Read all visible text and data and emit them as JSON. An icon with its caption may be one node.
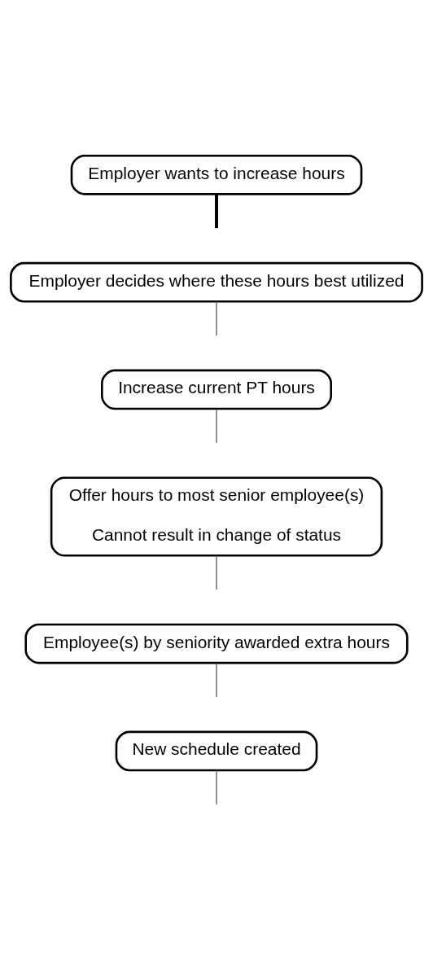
{
  "diagram": {
    "nodes": [
      {
        "text": [
          "Employer wants to increase hours"
        ]
      },
      {
        "text": [
          "Employer decides where these hours best utilized"
        ]
      },
      {
        "text": [
          "Increase current PT hours"
        ]
      },
      {
        "text": [
          "Offer hours to most senior employee(s)",
          "Cannot result in change of status"
        ]
      },
      {
        "text": [
          "Employee(s) by seniority awarded extra hours"
        ]
      },
      {
        "text": [
          "New schedule created"
        ]
      }
    ],
    "edges": [
      {
        "from": 0,
        "to": null,
        "arrow": "none",
        "style": "thick"
      },
      {
        "from": 1,
        "to": null,
        "arrow": "none"
      },
      {
        "from": 2,
        "to": null,
        "arrow": "none"
      },
      {
        "from": 3,
        "to": null,
        "arrow": "none"
      },
      {
        "from": 4,
        "to": null,
        "arrow": "none"
      },
      {
        "from": 5,
        "to": null,
        "arrow": "none"
      }
    ]
  }
}
